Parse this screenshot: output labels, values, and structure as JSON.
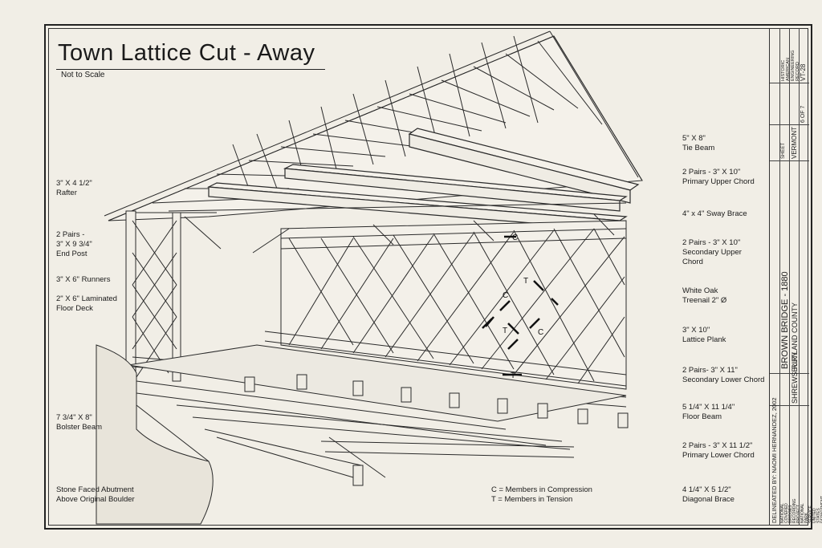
{
  "title": "Town Lattice Cut - Away",
  "subtitle": "Not to Scale",
  "left_labels": [
    {
      "id": "rafter",
      "text": "3\" X 4 1/2\"\nRafter"
    },
    {
      "id": "end-post",
      "text": "2  Pairs -\n3\" X 9 3/4\"\nEnd Post"
    },
    {
      "id": "runners",
      "text": "3\" X 6\" Runners"
    },
    {
      "id": "floor-deck",
      "text": "2\" X 6\" Laminated\nFloor Deck"
    },
    {
      "id": "bolster-beam",
      "text": "7 3/4\" X 8\"\nBolster Beam"
    },
    {
      "id": "abutment",
      "text": "Stone Faced  Abutment\nAbove Original Boulder"
    }
  ],
  "right_labels": [
    {
      "id": "tie-beam",
      "text": "5\" X 8\"\nTie Beam"
    },
    {
      "id": "primary-upper-chord",
      "text": "2 Pairs - 3\" X 10\"\nPrimary Upper Chord"
    },
    {
      "id": "sway-brace",
      "text": "4\" x 4\" Sway Brace"
    },
    {
      "id": "secondary-upper-chord",
      "text": "2 Pairs - 3\" X 10\"\nSecondary Upper\nChord"
    },
    {
      "id": "treenail",
      "text": "White Oak\nTreenail 2\" Ø"
    },
    {
      "id": "lattice-plank",
      "text": "3\" X 10\"\nLattice Plank"
    },
    {
      "id": "secondary-lower-chord",
      "text": "2 Pairs- 3\" X 11\"\nSecondary Lower Chord"
    },
    {
      "id": "floor-beam",
      "text": "5 1/4\" X 11 1/4\"\nFloor Beam"
    },
    {
      "id": "primary-lower-chord",
      "text": "2 Pairs - 3\" X 11 1/2\"\nPrimary Lower Chord"
    },
    {
      "id": "diagonal-brace",
      "text": "4 1/4\" X 5 1/2\"\nDiagonal Brace"
    }
  ],
  "legend": {
    "compression": "C = Members in Compression",
    "tension": "T = Members in Tension"
  },
  "markers": {
    "c": "C",
    "t": "T"
  },
  "title_block": {
    "delineated": "DELINEATED BY:  NAOMI HERNANDEZ, 2002",
    "agency": "NATIONAL COVERED BRIDGES\nRECORDING PROJECT\nNATIONAL PARK SERVICE\nUNITED STATES DEPARTMENT OF THE INTERIOR",
    "location": "SHREWSBURY",
    "bridge_name": "BROWN BRIDGE - 1880",
    "county": "RUTLAND COUNTY",
    "state": "VERMONT",
    "sheet_label": "SHEET",
    "sheet": "6 OF 7",
    "record": "HISTORIC AMERICAN\nENGINEERING RECORD",
    "record_number": "VT-28"
  }
}
